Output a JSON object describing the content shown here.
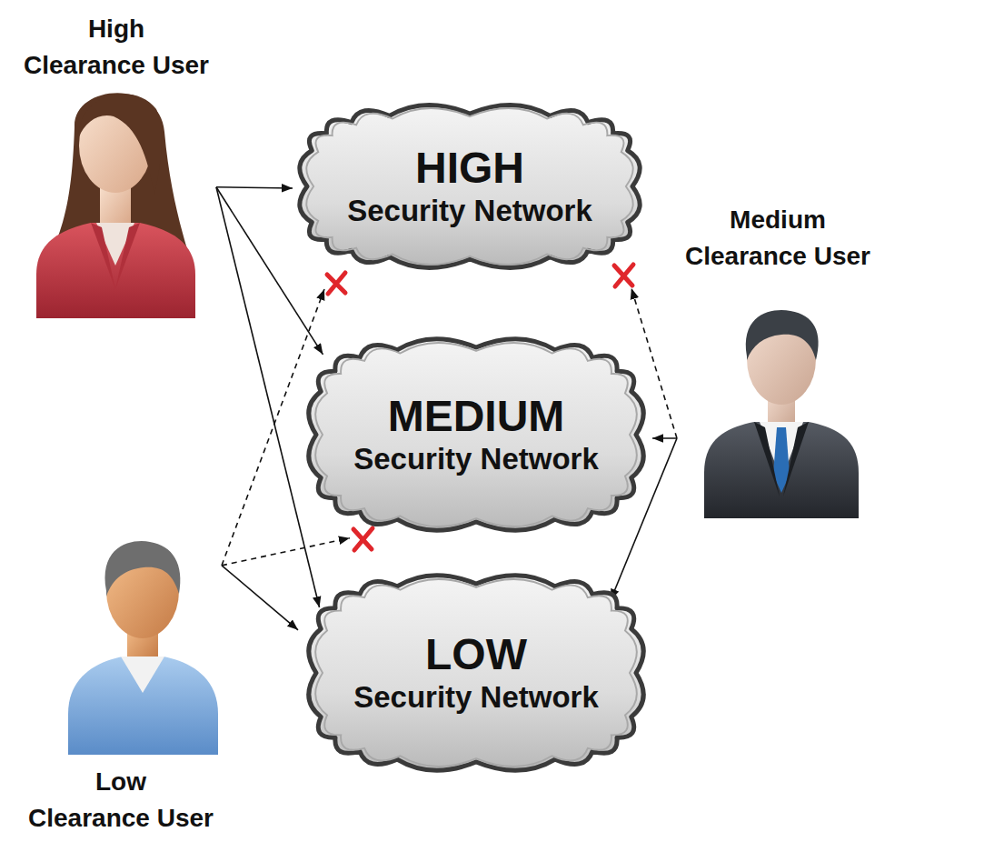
{
  "diagram": {
    "nodes": [
      {
        "text": [
          "High Clearance User"
        ]
      },
      {
        "text": [
          "HIGH",
          "Security Network"
        ]
      },
      {
        "text": [
          "Medium Clearance User"
        ]
      },
      {
        "text": [
          "MEDIUM",
          "Security Network"
        ]
      },
      {
        "text": [
          "Low Clearance User"
        ]
      },
      {
        "text": [
          "LOW",
          "Security Network"
        ]
      }
    ],
    "edges": [
      {
        "from": 0,
        "to": 1,
        "arrow": "to"
      },
      {
        "from": 0,
        "to": 3,
        "arrow": "to"
      },
      {
        "from": 0,
        "to": 5,
        "arrow": "to"
      },
      {
        "from": 2,
        "to": 1,
        "arrow": "to"
      },
      {
        "from": 2,
        "to": 3,
        "arrow": "to"
      },
      {
        "from": 2,
        "to": 5,
        "arrow": "to"
      },
      {
        "from": 4,
        "to": 5,
        "arrow": "to"
      },
      {
        "from": 4,
        "to": 3,
        "arrow": "to"
      },
      {
        "from": 4,
        "to": 1,
        "arrow": "to"
      }
    ]
  }
}
